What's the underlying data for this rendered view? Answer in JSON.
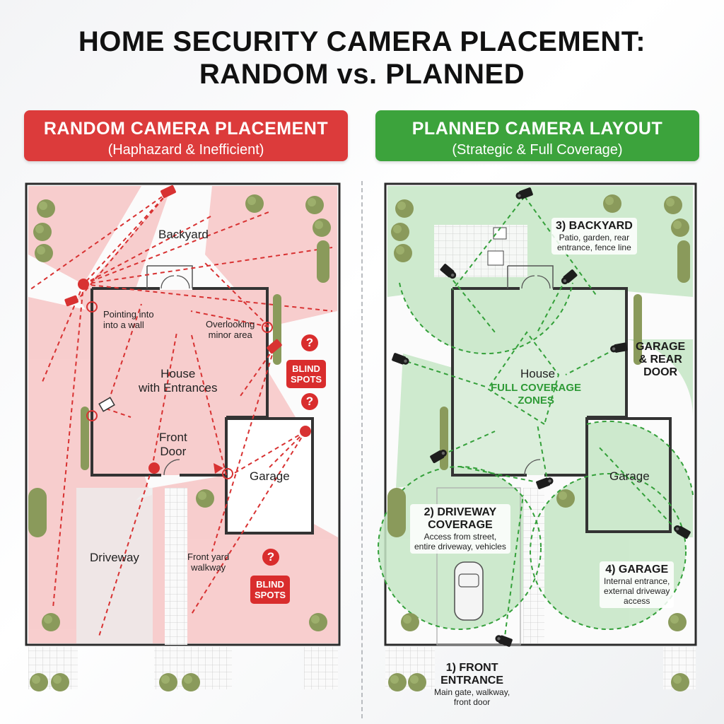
{
  "title": {
    "line1": "HOME SECURITY CAMERA PLACEMENT:",
    "line2": "RANDOM vs. PLANNED"
  },
  "left_panel": {
    "heading": "RANDOM CAMERA PLACEMENT",
    "subheading": "(Haphazard & Inefficient)",
    "accent_color": "#dc3b3b",
    "labels": {
      "backyard": "Backyard",
      "house_line1": "House",
      "house_line2": "with Entrances",
      "front_door_line1": "Front",
      "front_door_line2": "Door",
      "garage": "Garage",
      "driveway": "Driveway",
      "walkway_line1": "Front yard",
      "walkway_line2": "walkway"
    },
    "notes": {
      "wall_line1": "Pointing into",
      "wall_line2": "into a wall",
      "minor_line1": "Overlooking",
      "minor_line2": "minor area"
    },
    "blind_spots": {
      "line1": "BLIND",
      "line2": "SPOTS",
      "question_mark": "?"
    }
  },
  "right_panel": {
    "heading": "PLANNED CAMERA LAYOUT",
    "subheading": "(Strategic & Full Coverage)",
    "accent_color": "#3ca33c",
    "labels": {
      "house": "House",
      "full_coverage_line1": "FULL COVERAGE",
      "full_coverage_line2": "ZONES",
      "garage": "Garage",
      "garage_rear_line1": "GARAGE",
      "garage_rear_line2": "& REAR",
      "garage_rear_line3": "DOOR"
    },
    "callouts": [
      {
        "title": "3) BACKYARD",
        "line1": "Patio, garden, rear",
        "line2": "entrance, fence line"
      },
      {
        "title_line1": "2) DRIVEWAY",
        "title_line2": "COVERAGE",
        "line1": "Access from street,",
        "line2": "entire driveway, vehicles"
      },
      {
        "title": "4) GARAGE",
        "line1": "Internal entrance,",
        "line2": "external driveway",
        "line3": "access"
      },
      {
        "title_line1": "1) FRONT",
        "title_line2": "ENTRANCE",
        "line1": "Main gate, walkway,",
        "line2": "front door"
      }
    ]
  }
}
